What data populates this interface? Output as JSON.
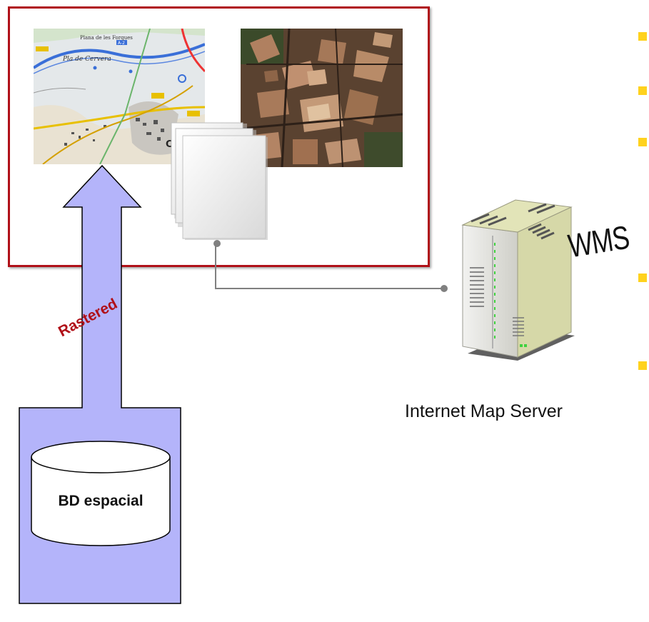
{
  "diagram": {
    "wms_label": "WMS",
    "server_label": "Internet Map Server",
    "arrow_label": "Rastered",
    "database_label": "BD espacial",
    "map_tile_text": {
      "top": "Plana de les Forques",
      "plain": "Pla de Cervera",
      "town": "CER",
      "road": "A-2"
    },
    "colors": {
      "frame": "#b01018",
      "arrow_fill": "#b4b4fa",
      "bullet": "#ffd21e",
      "connector": "#808080",
      "server_body": "#d6d8a8"
    },
    "icons": [
      "map-tile",
      "aerial-photo-tile",
      "document-stack-icon",
      "server-icon",
      "database-icon"
    ]
  }
}
